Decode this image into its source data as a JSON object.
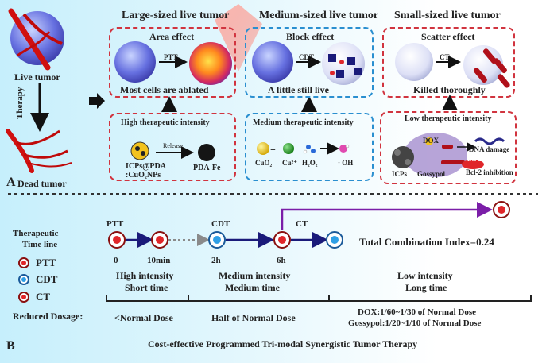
{
  "panel_a": {
    "letter": "A",
    "live_tumor": "Live tumor",
    "therapy": "Therapy",
    "dead_tumor": "Dead tumor",
    "large": {
      "heading": "Large-sized live tumor",
      "effect": "Area effect",
      "arrow": "PTT",
      "result": "Most cells are ablated"
    },
    "medium": {
      "heading": "Medium-sized live tumor",
      "effect": "Block effect",
      "arrow": "CDT",
      "result": "A little still live"
    },
    "small": {
      "heading": "Small-sized live tumor",
      "effect": "Scatter effect",
      "arrow": "CT",
      "result": "Killed thoroughly"
    },
    "high": {
      "title": "High therapeutic intensity",
      "release": "Release",
      "source_1": "ICPs@PDA",
      "source_2": ":CuO₂NPs",
      "product": "PDA-Fe"
    },
    "mid": {
      "title": "Medium therapeutic intensity",
      "cuo2": "CuO₂",
      "plus": "+",
      "cu": "Cu²⁺",
      "h2o2": "H₂O₂",
      "oh": "· OH"
    },
    "low": {
      "title": "Low  therapeutic intensity",
      "dox": "DOX",
      "dna": "DNA damage",
      "bcl": "Bcl-2",
      "bcl_inh": "Bcl-2 inhibition",
      "icps": "ICPs",
      "gossypol": "Gossypol"
    }
  },
  "panel_b": {
    "letter": "B",
    "time_line_label_1": "Therapeutic",
    "time_line_label_2": "Time line",
    "legend": [
      {
        "label": "PTT",
        "color": "#e0262a"
      },
      {
        "label": "CDT",
        "color": "#2e9fe6"
      },
      {
        "label": "CT",
        "color": "#e0262a"
      }
    ],
    "timeline": {
      "ptt": "PTT",
      "cdt": "CDT",
      "ct": "CT",
      "t0": "0",
      "t1": "10min",
      "t2": "2h",
      "t3": "6h"
    },
    "combination_index": "Total Combination Index=0.24",
    "phases": [
      {
        "line1": "High intensity",
        "line2": "Short time"
      },
      {
        "line1": "Medium intensity",
        "line2": "Medium time"
      },
      {
        "line1": "Low intensity",
        "line2": "Long time"
      }
    ],
    "reduced_dosage_label": "Reduced Dosage:",
    "dosage_1": "<Normal Dose",
    "dosage_2": "Half of Normal Dose",
    "dosage_3a": "DOX:1/60~1/30 of Normal Dose",
    "dosage_3b": "Gossypol:1/20~1/10 of Normal Dose",
    "caption": "Cost-effective Programmed Tri-modal Synergistic Tumor Therapy"
  }
}
